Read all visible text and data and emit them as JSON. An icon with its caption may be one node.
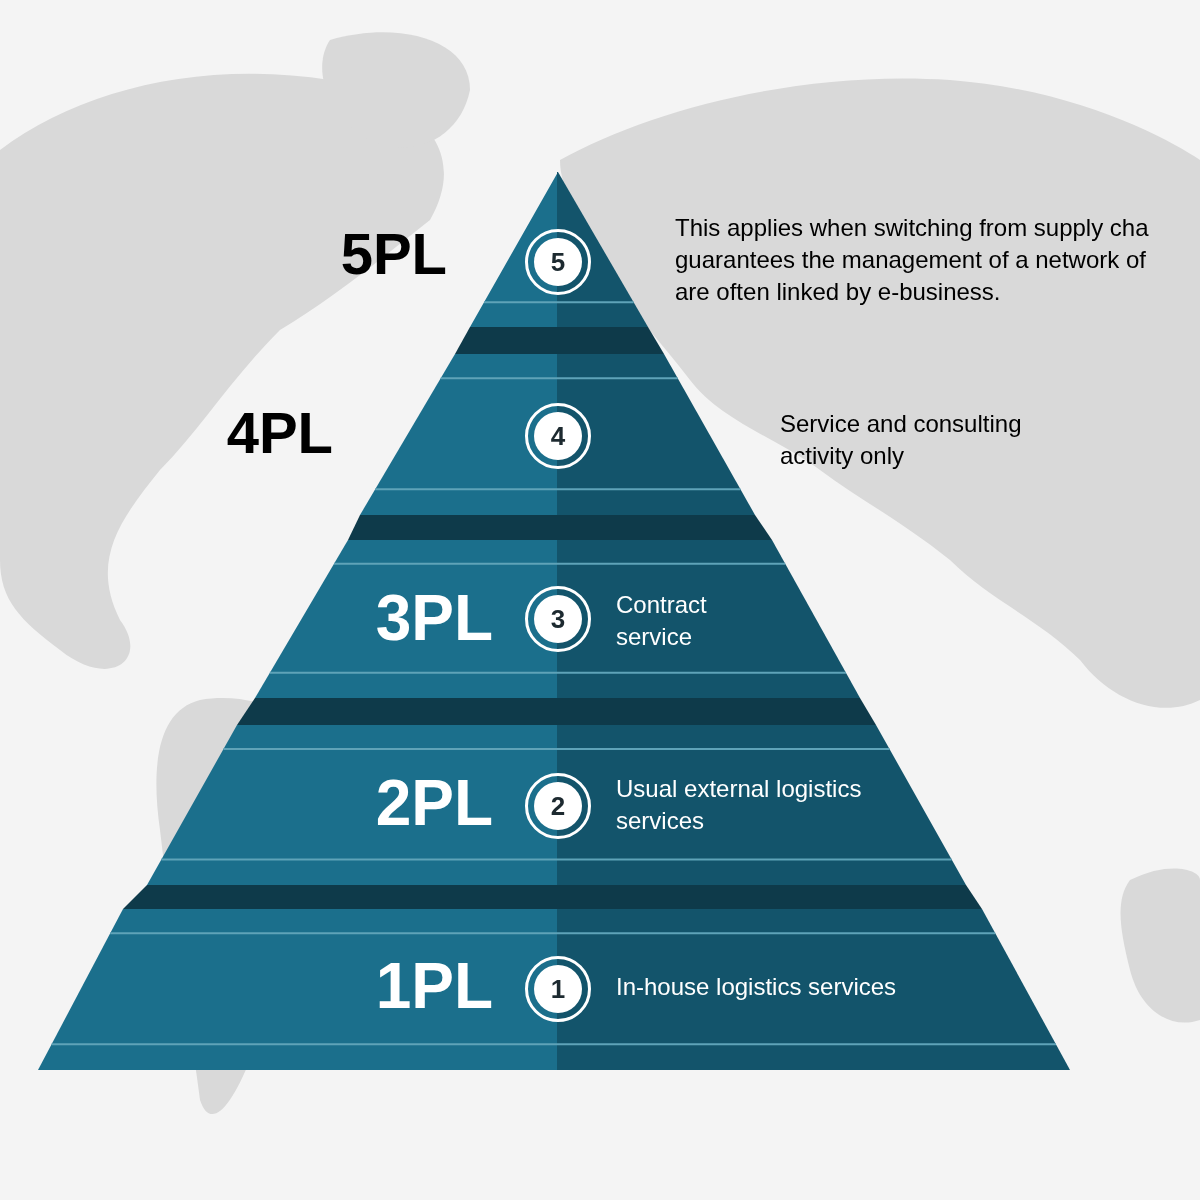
{
  "diagram": {
    "nodes": [
      {
        "text": [
          "5PL",
          "5",
          "This applies when switching from supply cha guarantees the management of a network of are often linked by e-business."
        ]
      },
      {
        "text": [
          "4PL",
          "4",
          "Service and consulting activity only"
        ]
      },
      {
        "text": [
          "3PL",
          "3",
          "Contract service"
        ]
      },
      {
        "text": [
          "2PL",
          "2",
          "Usual external logistics services"
        ]
      },
      {
        "text": [
          "1PL",
          "1",
          "In-house logistics services"
        ]
      }
    ]
  }
}
